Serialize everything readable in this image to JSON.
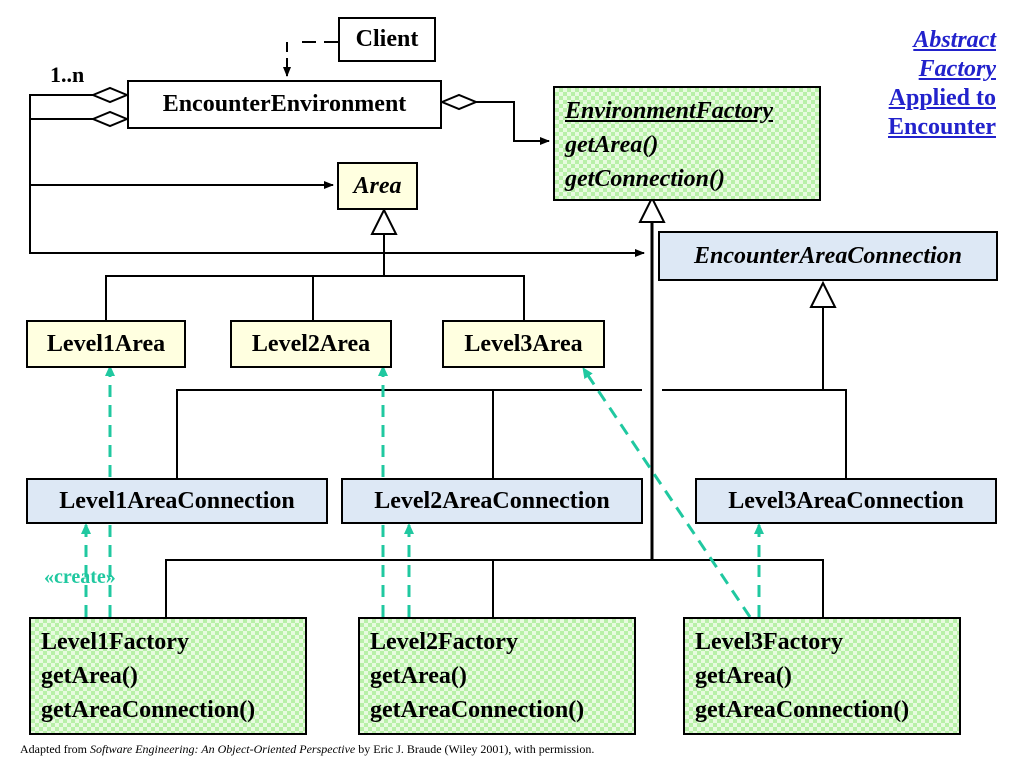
{
  "title": {
    "line1": "Abstract",
    "line2": "Factory",
    "line3": "Applied to",
    "line4": "Encounter"
  },
  "classes": {
    "client": "Client",
    "encounter_environment": "EncounterEnvironment",
    "environment_factory": {
      "name": "EnvironmentFactory",
      "method1": "getArea()",
      "method2": "getConnection()"
    },
    "area": "Area",
    "encounter_area_connection": "EncounterAreaConnection",
    "level1_area": "Level1Area",
    "level2_area": "Level2Area",
    "level3_area": "Level3Area",
    "level1_area_connection": "Level1AreaConnection",
    "level2_area_connection": "Level2AreaConnection",
    "level3_area_connection": "Level3AreaConnection",
    "level1_factory": {
      "name": "Level1Factory",
      "method1": "getArea()",
      "method2": "getAreaConnection()"
    },
    "level2_factory": {
      "name": "Level2Factory",
      "method1": "getArea()",
      "method2": "getAreaConnection()"
    },
    "level3_factory": {
      "name": "Level3Factory",
      "method1": "getArea()",
      "method2": "getAreaConnection()"
    }
  },
  "labels": {
    "multiplicity": "1..n",
    "create": "«create»"
  },
  "footer": {
    "prefix": "Adapted from ",
    "book": "Software Engineering: An Object-Oriented Perspective",
    "suffix": " by Eric J. Braude (Wiley 2001), with permission."
  },
  "colors": {
    "create_arrow": "#20c8a0",
    "title": "#2222cc",
    "create_label": "#20c8a0"
  }
}
